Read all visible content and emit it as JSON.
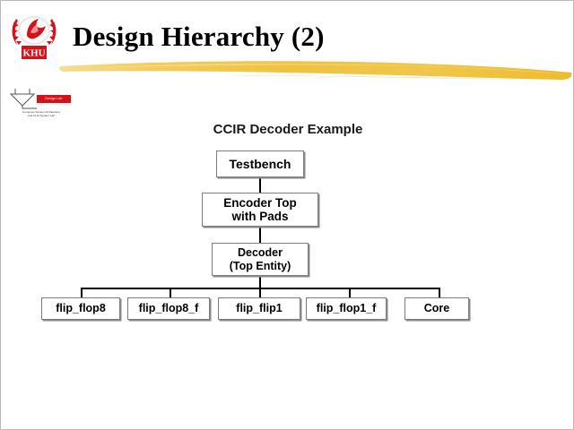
{
  "slide": {
    "title": "Design Hierarchy (2)",
    "background_color": "#ffffff",
    "banner_color": "#f0c03c",
    "logo_color": "#d4121a"
  },
  "branding": {
    "university_logo_text": "KHU",
    "lab_badge_text": "Design Lab",
    "lab_caption_line1": "Computer System Architecture",
    "lab_caption_line2": "and VLSI System Lab"
  },
  "diagram": {
    "title": "CCIR Decoder Example",
    "type": "tree",
    "nodes": [
      {
        "id": "testbench",
        "label": "Testbench",
        "level": 0
      },
      {
        "id": "encoder_top",
        "label": "Encoder Top\nwith Pads",
        "level": 1
      },
      {
        "id": "decoder",
        "label": "Decoder\n(Top Entity)",
        "level": 2
      },
      {
        "id": "flip_flop8",
        "label": "flip_flop8",
        "level": 3
      },
      {
        "id": "flip_flop8_f",
        "label": "flip_flop8_f",
        "level": 3
      },
      {
        "id": "flip_flip1",
        "label": "flip_flip1",
        "level": 3
      },
      {
        "id": "flip_flop1_f",
        "label": "flip_flop1_f",
        "level": 3
      },
      {
        "id": "core",
        "label": "Core",
        "level": 3
      }
    ],
    "labels": {
      "testbench": "Testbench",
      "encoder_top_line1": "Encoder Top",
      "encoder_top_line2": "with Pads",
      "decoder_line1": "Decoder",
      "decoder_line2": "(Top Entity)",
      "flip_flop8": "flip_flop8",
      "flip_flop8_f": "flip_flop8_f",
      "flip_flip1": "flip_flip1",
      "flip_flop1_f": "flip_flop1_f",
      "core": "Core"
    }
  }
}
